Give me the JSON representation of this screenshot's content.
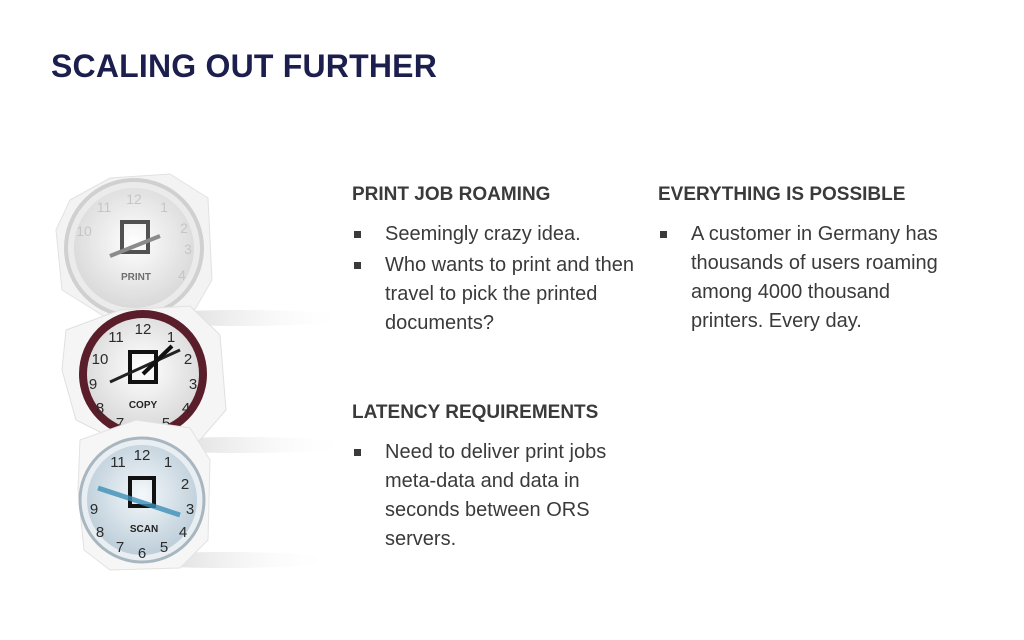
{
  "title": "SCALING OUT FURTHER",
  "sections": [
    {
      "heading": "PRINT JOB ROAMING",
      "bullets": [
        "Seemingly crazy idea.",
        "Who wants to print and then travel to pick the printed documents?"
      ]
    },
    {
      "heading": "LATENCY REQUIREMENTS",
      "bullets": [
        "Need to deliver print jobs meta-data and data in seconds between ORS servers."
      ]
    },
    {
      "heading": "EVERYTHING IS POSSIBLE",
      "bullets": [
        "A customer in Germany has thousands of users roaming among 4000 thousand printers. Every day."
      ]
    }
  ],
  "image": {
    "clock_labels": [
      "PRINT",
      "COPY",
      "SCAN"
    ],
    "colors": {
      "title": "#1c1e4d",
      "body_text": "#3a3a3a",
      "copy_clock_rim": "#5a1d2a",
      "scan_clock_face": "#dde7ee"
    }
  }
}
